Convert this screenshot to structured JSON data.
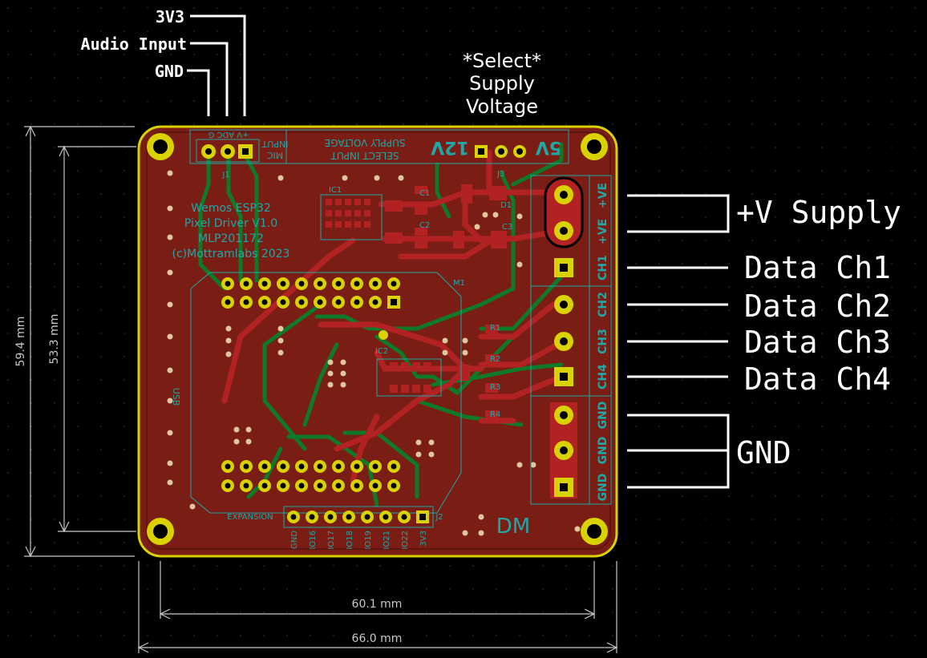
{
  "top_labels": {
    "v3": "3V3",
    "audio": "Audio Input",
    "gnd": "GND"
  },
  "select_note": [
    "*Select*",
    "Supply",
    "Voltage"
  ],
  "right_labels": {
    "supply": "+V Supply",
    "ch1": "Data Ch1",
    "ch2": "Data Ch2",
    "ch3": "Data Ch3",
    "ch4": "Data Ch4",
    "gnd": "GND"
  },
  "board_text": {
    "line1": "Wemos ESP32",
    "line2": "Pixel Driver V1.0",
    "line3": "MLP201172",
    "line4": "(c)Mottramlabs 2023"
  },
  "silk": {
    "mic_input": [
      "MIC",
      "INPUT"
    ],
    "j1_pins": "+V ADC G",
    "j1": "J1",
    "select_input": [
      "SELECT INPUT",
      "SUPPLY VOLTAGE"
    ],
    "v12": "12V",
    "v5": "5V",
    "ic1": "IC1",
    "ic2": "IC2",
    "m1": "M1",
    "j2": "J2",
    "usb": "USB",
    "expansion": "EXPANSION",
    "c1": "C1",
    "c2": "C2",
    "c3": "C3",
    "d1": "D1",
    "j3": "J3",
    "r1": "R1",
    "r2": "R2",
    "r3": "R3",
    "r4": "R4",
    "conn_labels": [
      "+VE",
      "+VE",
      "CH1",
      "CH2",
      "CH3",
      "CH4",
      "GND",
      "GND",
      "GND"
    ],
    "exp_pins": [
      "GND",
      "IO16",
      "IO17",
      "IO18",
      "IO19",
      "IO21",
      "IO22",
      "3V3"
    ],
    "logo": "DM"
  },
  "dimensions": {
    "w_inner": "60.1 mm",
    "w_outer": "66.0 mm",
    "h_outer": "59.4 mm",
    "h_inner": "53.3 mm"
  },
  "colors": {
    "board": "#7a1d14",
    "copper_front": "#b22222",
    "copper_back": "#0e7a27",
    "edge": "#d9d200",
    "silk": "#1fa8a8",
    "pad": "#c9c400"
  }
}
